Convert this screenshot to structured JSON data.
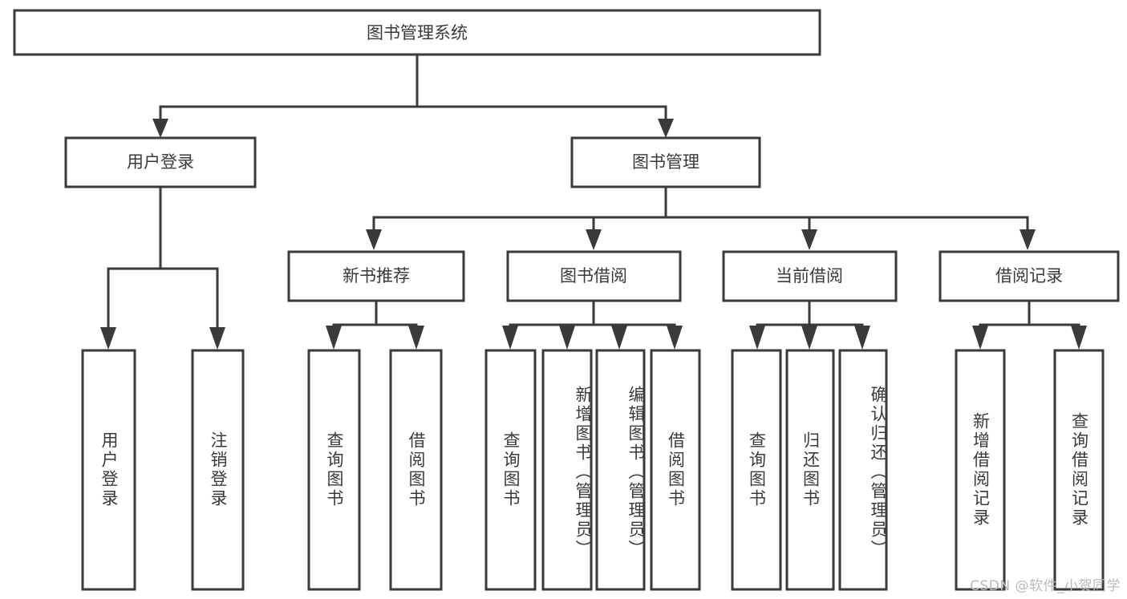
{
  "diagram": {
    "type": "tree",
    "title": "图书管理系统",
    "root": {
      "label": "图书管理系统"
    },
    "level1": [
      {
        "label": "用户登录"
      },
      {
        "label": "图书管理"
      }
    ],
    "level2": [
      {
        "label": "新书推荐"
      },
      {
        "label": "图书借阅"
      },
      {
        "label": "当前借阅"
      },
      {
        "label": "借阅记录"
      }
    ],
    "leaves": {
      "user_login": [
        {
          "label": "用户登录"
        },
        {
          "label": "注销登录"
        }
      ],
      "new_book_recommend": [
        {
          "label": "查询图书"
        },
        {
          "label": "借阅图书"
        }
      ],
      "book_borrow": [
        {
          "label": "查询图书"
        },
        {
          "label": "新增图书（管理员）"
        },
        {
          "label": "编辑图书（管理员）"
        },
        {
          "label": "借阅图书"
        }
      ],
      "current_borrow": [
        {
          "label": "查询图书"
        },
        {
          "label": "归还图书"
        },
        {
          "label": "确认归还（管理员）"
        }
      ],
      "borrow_record": [
        {
          "label": "新增借阅记录"
        },
        {
          "label": "查询借阅记录"
        }
      ]
    }
  },
  "watermark": {
    "text": "CSDN @软件_小贺同学"
  },
  "colors": {
    "stroke": "#3a3a3a",
    "fill": "#ffffff",
    "text": "#3a3a3a",
    "watermark": "#b9b9b9"
  }
}
